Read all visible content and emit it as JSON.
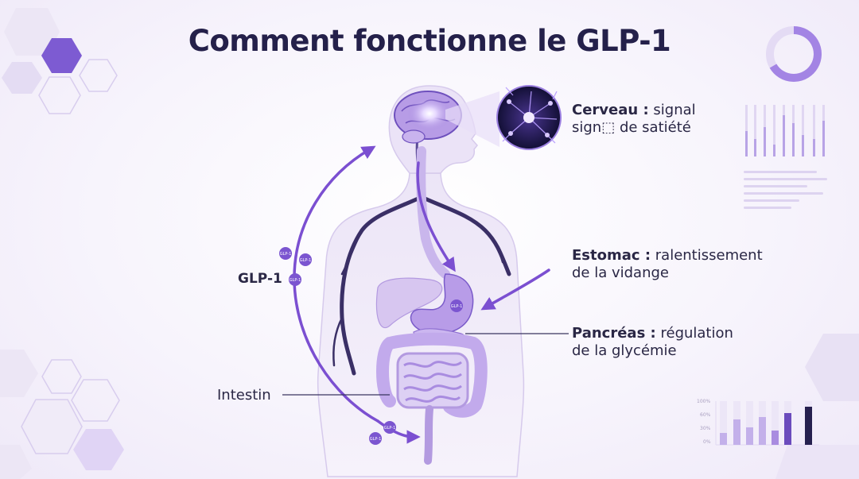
{
  "title": "Comment fonctionne le GLP-1",
  "labels": {
    "glp1": "GLP-1",
    "intestin": "Intestin",
    "cerveau": {
      "name": "Cerveau :",
      "text1": "signal",
      "text2": "sign⬚ de satiété"
    },
    "estomac": {
      "name": "Estomac :",
      "text1": "ralentissement",
      "text2": "de la vidange"
    },
    "pancreas": {
      "name": "Pancréas :",
      "text1": "régulation",
      "text2": "de la glycémie"
    }
  },
  "molecule_label": "GLP-1",
  "deco_chart": {
    "ticks": [
      "100%",
      "60%",
      "30%",
      "0%"
    ]
  },
  "colors": {
    "accent": "#7b4fd1",
    "dark": "#24204a",
    "body": "#e4dcf3",
    "vessel": "#3a2f66"
  }
}
